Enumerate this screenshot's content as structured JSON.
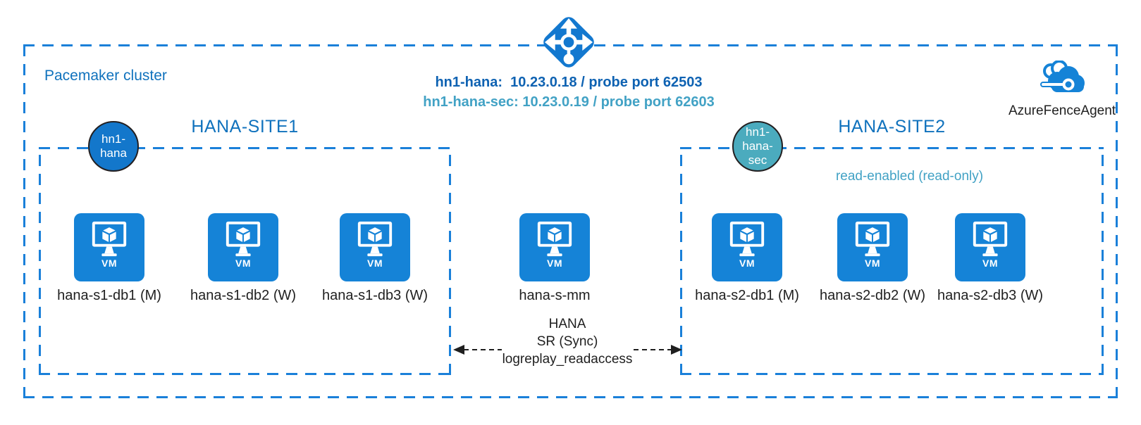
{
  "cluster": {
    "label": "Pacemaker cluster"
  },
  "load_balancer": {
    "frontends": [
      {
        "label": "hn1-hana:  10.23.0.18 / probe port 62503"
      },
      {
        "label": "hn1-hana-sec: 10.23.0.19 / probe port 62603"
      }
    ]
  },
  "fence_agent": {
    "label": "AzureFenceAgent"
  },
  "vm_icon_label": "VM",
  "sites": [
    {
      "title": "HANA-SITE1",
      "badge": "hn1-hana",
      "vms": [
        {
          "label": "hana-s1-db1 (M)"
        },
        {
          "label": "hana-s1-db2 (W)"
        },
        {
          "label": "hana-s1-db3 (W)"
        }
      ]
    },
    {
      "title": "HANA-SITE2",
      "badge": "hn1-hana-sec",
      "note": "read-enabled (read-only)",
      "vms": [
        {
          "label": "hana-s2-db1 (M)"
        },
        {
          "label": "hana-s2-db2 (W)"
        },
        {
          "label": "hana-s2-db3 (W)"
        }
      ]
    }
  ],
  "majority_maker": {
    "label": "hana-s-mm"
  },
  "replication": {
    "line1": "HANA",
    "line2": "SR (Sync)",
    "line3": "logreplay_readaccess"
  },
  "colors": {
    "dash_blue": "#1a80d9",
    "icon_blue": "#1583d7",
    "title_blue": "#1072bd",
    "frontend_primary_blue": "#0e62b2",
    "teal": "#42a2c5",
    "badge_blue": "#1377cb",
    "badge_teal": "#4babbe"
  }
}
